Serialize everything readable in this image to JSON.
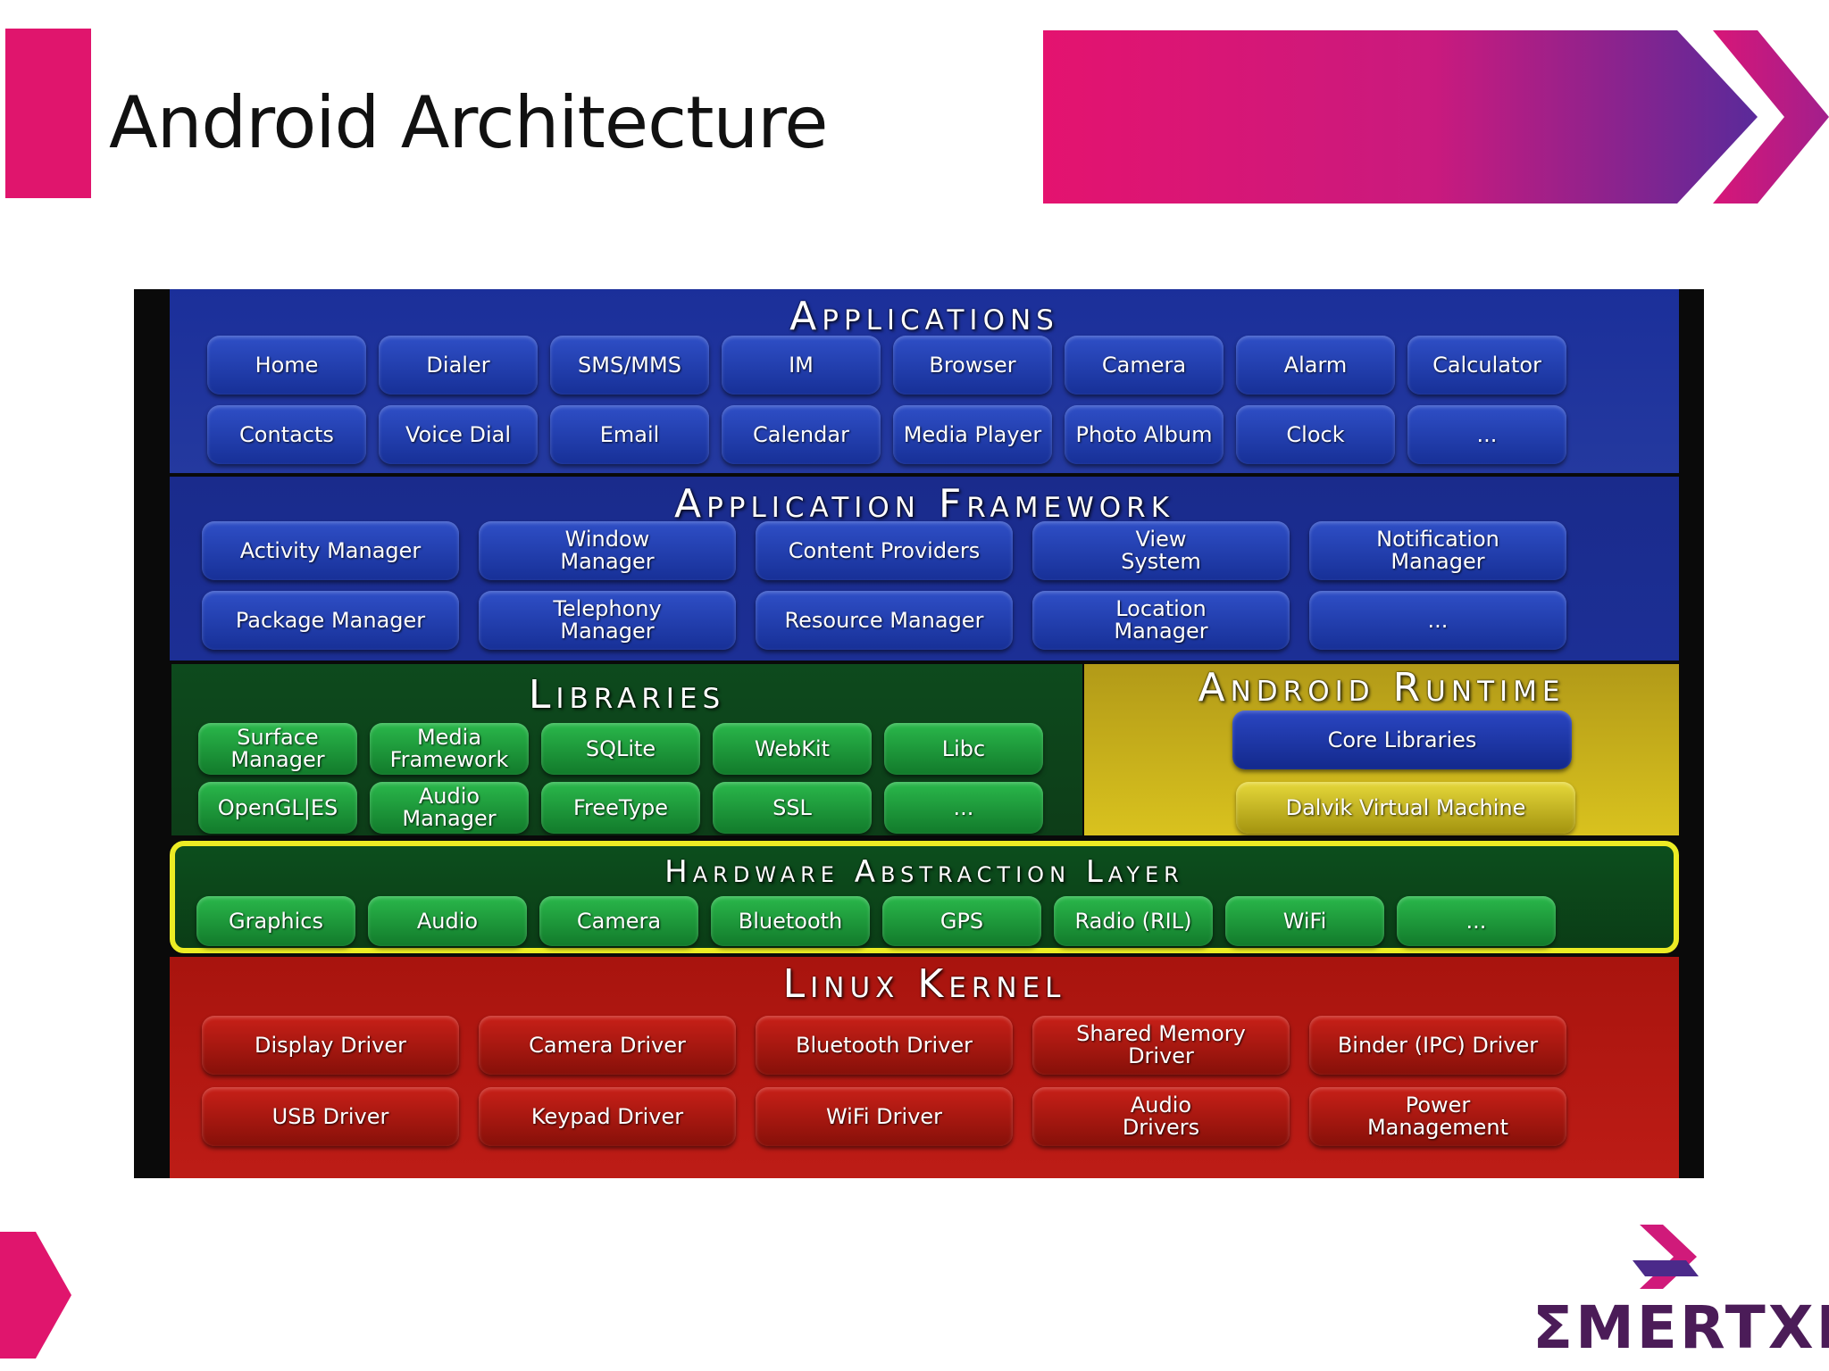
{
  "slide": {
    "title": "Android Architecture",
    "accent_color": "#e0156d",
    "brand_color": "#4b1c58"
  },
  "logo": {
    "text": "ƩMERTXE",
    "icon": "chevron-arrow-icon"
  },
  "diagram": {
    "applications": {
      "title": "Applications",
      "row1": [
        "Home",
        "Dialer",
        "SMS/MMS",
        "IM",
        "Browser",
        "Camera",
        "Alarm",
        "Calculator"
      ],
      "row2": [
        "Contacts",
        "Voice Dial",
        "Email",
        "Calendar",
        "Media Player",
        "Photo Album",
        "Clock",
        "..."
      ]
    },
    "framework": {
      "title": "Application Framework",
      "row1": [
        "Activity Manager",
        "Window\nManager",
        "Content Providers",
        "View\nSystem",
        "Notification\nManager"
      ],
      "row2": [
        "Package Manager",
        "Telephony\nManager",
        "Resource Manager",
        "Location\nManager",
        "..."
      ]
    },
    "libraries": {
      "title": "Libraries",
      "row1": [
        "Surface\nManager",
        "Media\nFramework",
        "SQLite",
        "WebKit",
        "Libc"
      ],
      "row2": [
        "OpenGL|ES",
        "Audio\nManager",
        "FreeType",
        "SSL",
        "..."
      ]
    },
    "runtime": {
      "title": "Android Runtime",
      "items": [
        "Core Libraries",
        "Dalvik Virtual Machine"
      ]
    },
    "hal": {
      "title": "Hardware Abstraction Layer",
      "items": [
        "Graphics",
        "Audio",
        "Camera",
        "Bluetooth",
        "GPS",
        "Radio (RIL)",
        "WiFi",
        "..."
      ]
    },
    "kernel": {
      "title": "Linux Kernel",
      "row1": [
        "Display Driver",
        "Camera Driver",
        "Bluetooth Driver",
        "Shared Memory\nDriver",
        "Binder (IPC) Driver"
      ],
      "row2": [
        "USB Driver",
        "Keypad Driver",
        "WiFi Driver",
        "Audio\nDrivers",
        "Power\nManagement"
      ]
    }
  }
}
